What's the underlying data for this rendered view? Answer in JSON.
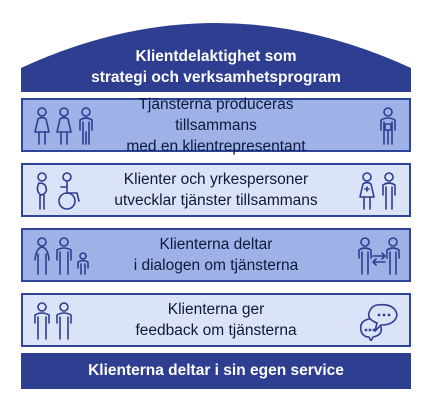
{
  "roof": {
    "line1": "Klientdelaktighet som",
    "line2": "strategi och verksamhetsprogram",
    "color": "#2e3e91"
  },
  "tiers": [
    {
      "line1": "Tjänsterna produceras tillsammans",
      "line2": "med en klientrepresentant",
      "left_icon": "three-people-icon",
      "right_icon": "representative-icon"
    },
    {
      "line1": "Klienter och yrkespersoner",
      "line2": "utvecklar tjänster tillsammans",
      "left_icon": "pregnant-and-wheelchair-icon",
      "right_icon": "nurse-and-person-icon"
    },
    {
      "line1": "Klienterna deltar",
      "line2": "i dialogen om tjänsterna",
      "left_icon": "family-icon",
      "right_icon": "dialogue-exchange-icon"
    },
    {
      "line1": "Klienterna ger",
      "line2": "feedback om tjänsterna",
      "left_icon": "two-people-icon",
      "right_icon": "chat-bubbles-icon"
    }
  ],
  "base": {
    "label": "Klienterna deltar i sin egen service"
  },
  "colors": {
    "dark": "#2e3e91",
    "medium": "#9fb2e8",
    "light": "#dbe3f8"
  }
}
